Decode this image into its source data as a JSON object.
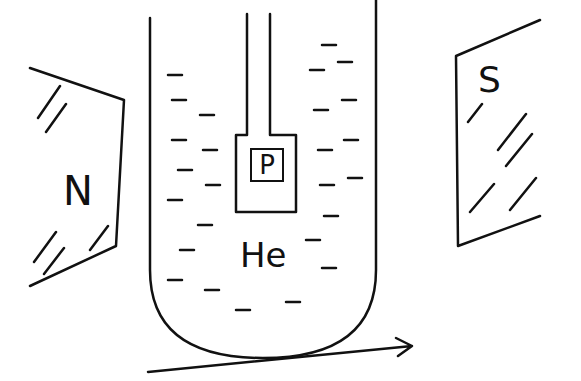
{
  "diagram": {
    "nodes": [
      {
        "text": [
          "N"
        ]
      },
      {
        "text": [
          "He"
        ]
      },
      {
        "text": [
          "P"
        ],
        "in": 1
      },
      {
        "text": [
          "S"
        ]
      }
    ]
  }
}
